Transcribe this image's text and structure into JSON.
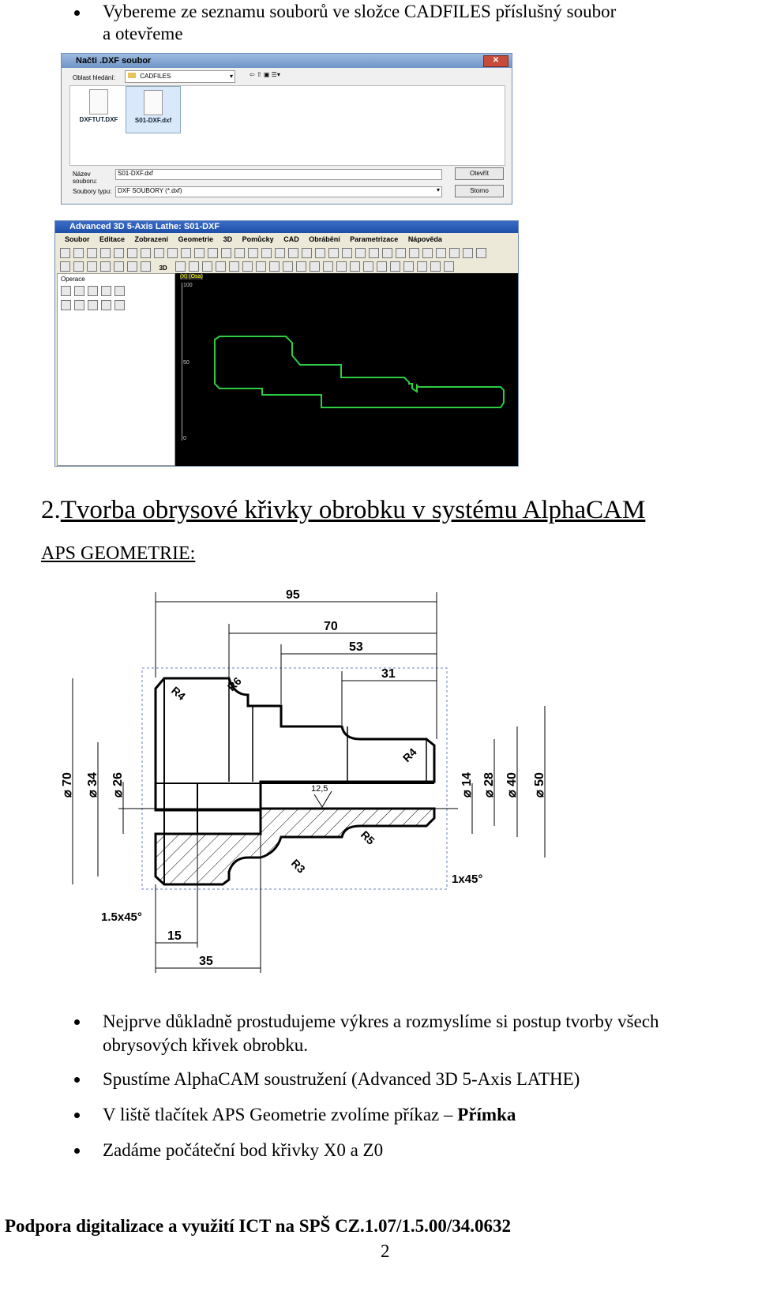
{
  "top_bullet": {
    "line1": "Vybereme ze seznamu souborů ve složce CADFILES příslušný soubor",
    "line2": "a otevřeme"
  },
  "open_dialog": {
    "title": "Načti .DXF soubor",
    "close_icon": "close-icon",
    "look_in_label": "Oblast hledání:",
    "look_in_value": "CADFILES",
    "files": [
      "DXFTUT.DXF",
      "S01-DXF.dxf"
    ],
    "filename_label": "Název souboru:",
    "filename_value": "S01-DXF.dxf",
    "filetype_label": "Soubory typu:",
    "filetype_value": "DXF SOUBORY (*.dxf)",
    "open_button": "Otevřít",
    "cancel_button": "Storno"
  },
  "cad_window": {
    "title": "Advanced 3D 5-Axis Lathe: S01-DXF",
    "menu": [
      "Soubor",
      "Editace",
      "Zobrazení",
      "Geometrie",
      "3D",
      "Pomůcky",
      "CAD",
      "Obrábění",
      "Parametrizace",
      "Nápověda"
    ],
    "panel_title": "Operace",
    "view_label": "(X) (Osa)",
    "view_3d": "3D",
    "axis_ticks": [
      "100",
      "50",
      "0"
    ],
    "profile_color": "#2ecc40",
    "canvas_color": "#000000"
  },
  "section": {
    "number": "2.",
    "heading": "Tvorba obrysové křivky obrobku v systému AlphaCAM",
    "subheading": "APS GEOMETRIE:"
  },
  "drawing": {
    "dims": {
      "d95": "95",
      "d70": "70",
      "d53": "53",
      "d31": "31",
      "dia70": "⌀ 70",
      "dia34": "⌀ 34",
      "dia26": "⌀ 26",
      "dia14": "⌀ 14",
      "dia28": "⌀ 28",
      "dia40": "⌀ 40",
      "dia50": "⌀ 50",
      "r4a": "R4",
      "r6": "R6",
      "r4b": "R4",
      "r5": "R5",
      "r3": "R3",
      "roughness": "12,5",
      "chamfer1": "1x45°",
      "chamfer2": "1.5x45°",
      "d15": "15",
      "d35": "35"
    }
  },
  "bullets": [
    {
      "line1": "Nejprve důkladně prostudujeme výkres a rozmyslíme si postup tvorby všech",
      "line2": "obrysových křivek obrobku."
    },
    {
      "line1": "Spustíme AlphaCAM soustružení (Advanced 3D 5-Axis LATHE)"
    },
    {
      "pre": "V liště tlačítek APS Geometrie zvolíme příkaz – ",
      "bold": "Přímka"
    },
    {
      "line1": "Zadáme počáteční bod křivky X0 a Z0"
    }
  ],
  "footer": {
    "text": "Podpora digitalizace a využití ICT na SPŠ  CZ.1.07/1.5.00/34.0632",
    "page": "2"
  }
}
